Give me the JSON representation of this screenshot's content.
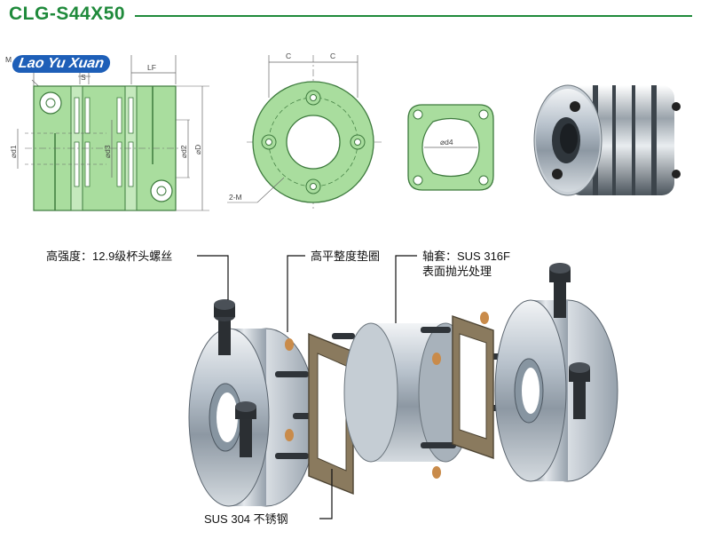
{
  "title": "CLG-S44X50",
  "watermark": "Lao Yu Xuan",
  "drawing": {
    "dims": {
      "m": "M",
      "s": "S",
      "lf": "LF",
      "c1": "C",
      "c2": "C",
      "d1": "⌀d1",
      "d3": "⌀d3",
      "d2": "⌀d2",
      "D": "⌀D",
      "twoM": "2-M",
      "d4": "⌀d4"
    }
  },
  "callouts": {
    "screw": "高强度：12.9级杯头螺丝",
    "washer": "高平整度垫圈",
    "hub_line1": "轴套：SUS 316F",
    "hub_line2": "表面抛光处理",
    "disc": "SUS 304 不锈钢"
  },
  "colors": {
    "brand_green": "#1f8a3b",
    "part_fill": "#a9dd9e",
    "outline": "#3d7a3d"
  }
}
